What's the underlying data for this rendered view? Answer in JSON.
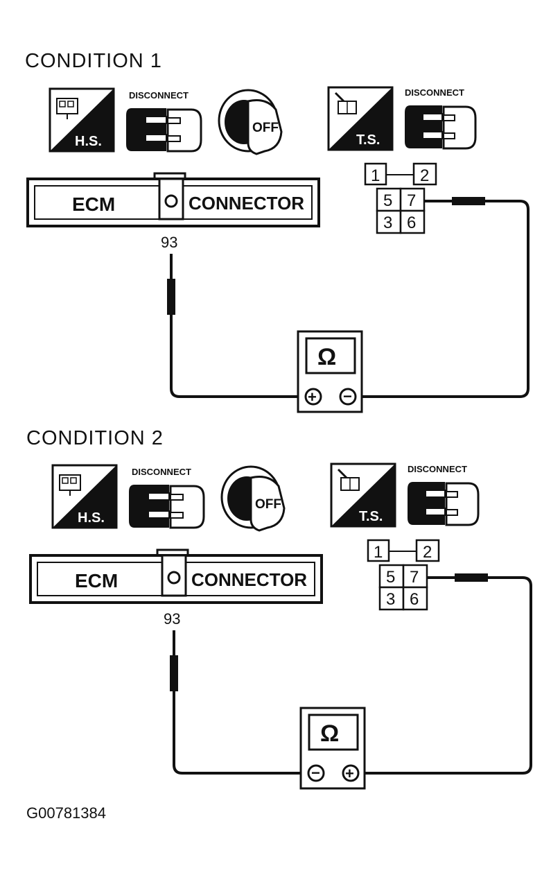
{
  "figure_ref": "G00781384",
  "conditions": [
    {
      "title": "CONDITION 1",
      "icon_hs": "H.S.",
      "icon_ts": "T.S.",
      "disconnect_label": "DISCONNECT",
      "key_label": "OFF",
      "ecm_left": "ECM",
      "ecm_right": "CONNECTOR",
      "pin": "93",
      "connector_pins": [
        "1",
        "2",
        "5",
        "7",
        "3",
        "6"
      ],
      "meter_symbol": "Ω",
      "meter_left_terminal": "+",
      "meter_right_terminal": "−"
    },
    {
      "title": "CONDITION 2",
      "icon_hs": "H.S.",
      "icon_ts": "T.S.",
      "disconnect_label": "DISCONNECT",
      "key_label": "OFF",
      "ecm_left": "ECM",
      "ecm_right": "CONNECTOR",
      "pin": "93",
      "connector_pins": [
        "1",
        "2",
        "5",
        "7",
        "3",
        "6"
      ],
      "meter_symbol": "Ω",
      "meter_left_terminal": "−",
      "meter_right_terminal": "+"
    }
  ]
}
